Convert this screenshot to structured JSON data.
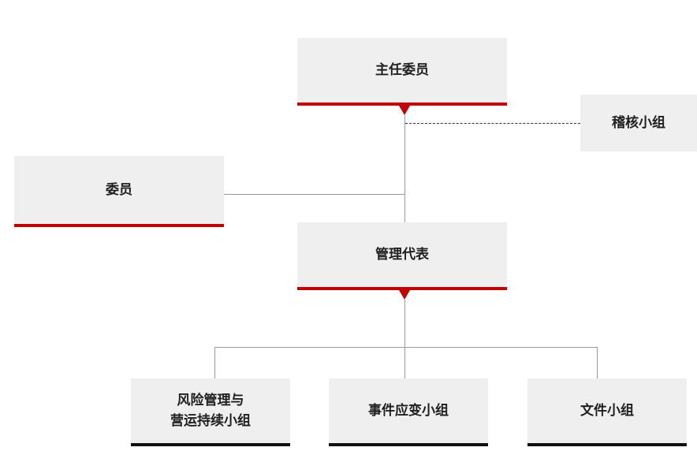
{
  "nodes": {
    "chair": "主任委员",
    "audit": "稽核小组",
    "member": "委员",
    "mgmt_rep": "管理代表",
    "risk_line1": "风险管理与",
    "risk_line2": "营运持续小组",
    "incident": "事件应变小组",
    "document": "文件小组"
  },
  "colors": {
    "box_fill": "#efefef",
    "accent_red": "#c00000",
    "bar_black": "#111111",
    "connector": "#9a9a9a"
  }
}
